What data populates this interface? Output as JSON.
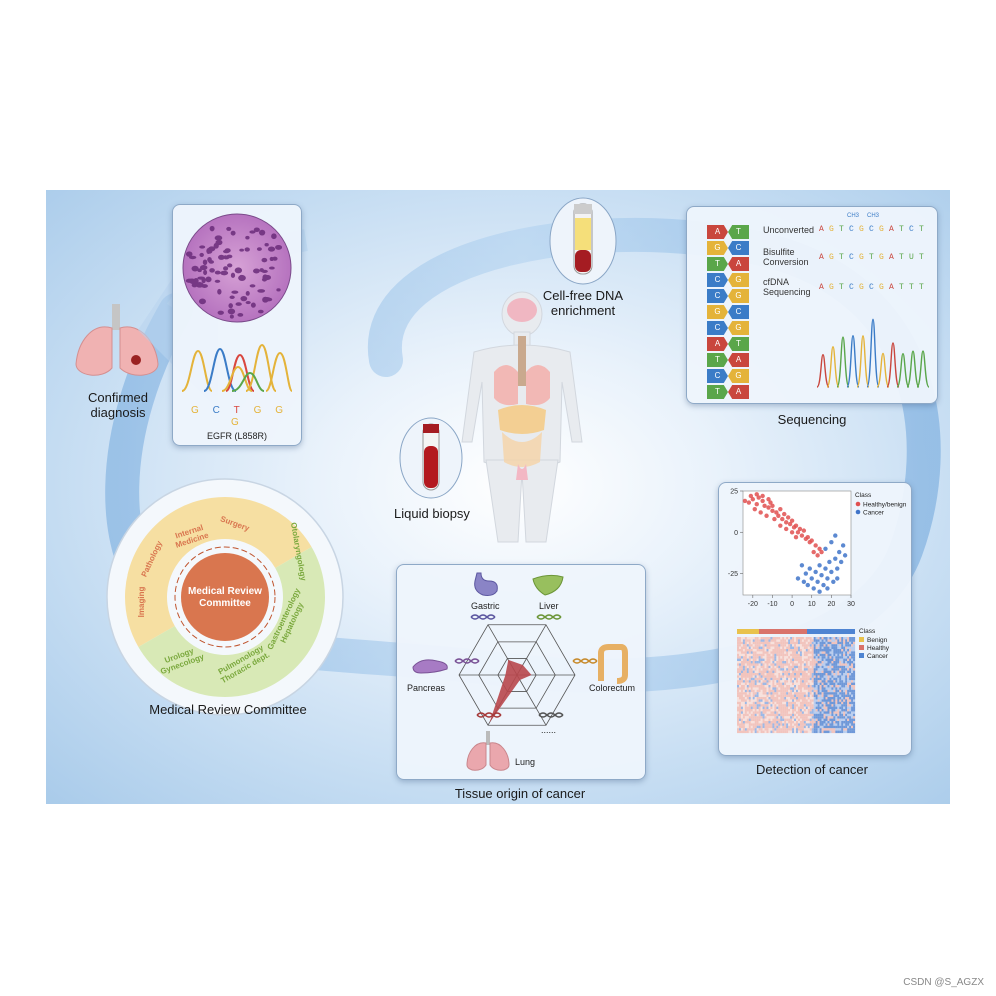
{
  "labels": {
    "confirmed_diagnosis": "Confirmed\ndiagnosis",
    "egfr": "EGFR (L858R)",
    "cfdna": "Cell-free DNA\nenrichment",
    "sequencing": "Sequencing",
    "liquid_biopsy": "Liquid biopsy",
    "detection": "Detection of cancer",
    "tissue_origin": "Tissue origin of cancer",
    "mrc_panel": "Medical Review Committee"
  },
  "chromatogram_bases": [
    "G",
    "C",
    "T",
    "G",
    "G"
  ],
  "chromatogram_mutation": "G",
  "seq_rows": {
    "unconverted_label": "Unconverted",
    "bisulfite_label": "Bisulfite\nConversion",
    "cfdna_label": "cfDNA\nSequencing",
    "unconverted_seq": [
      "A",
      "G",
      "T",
      "C",
      "G",
      "C",
      "G",
      "A",
      "T",
      "C",
      "T"
    ],
    "bisulfite_seq": [
      "A",
      "G",
      "T",
      "C",
      "G",
      "T",
      "G",
      "A",
      "T",
      "U",
      "T"
    ],
    "cfdna_seq": [
      "A",
      "G",
      "T",
      "C",
      "G",
      "C",
      "G",
      "A",
      "T",
      "T",
      "T"
    ],
    "me_tag": "CH3"
  },
  "dna_pairs": [
    [
      "A",
      "T"
    ],
    [
      "G",
      "C"
    ],
    [
      "T",
      "A"
    ],
    [
      "C",
      "G"
    ],
    [
      "C",
      "G"
    ],
    [
      "G",
      "C"
    ],
    [
      "C",
      "G"
    ],
    [
      "A",
      "T"
    ],
    [
      "T",
      "A"
    ],
    [
      "C",
      "G"
    ],
    [
      "T",
      "A"
    ]
  ],
  "mrc": {
    "center": "Medical Review\nCommittee",
    "specialties": [
      "Pathology",
      "Internal\nMedicine",
      "Surgery",
      "Imaging",
      "Otolaryngology",
      "Gastroenterology\nHepatology",
      "Pulmonology\nThoracic dept.",
      "Urology\nGynecology"
    ]
  },
  "organs": {
    "gastric": "Gastric",
    "liver": "Liver",
    "pancreas": "Pancreas",
    "colorectum": "Colorectum",
    "lung": "Lung",
    "more": "......"
  },
  "chart_data": [
    {
      "type": "scatter",
      "title": "",
      "xlabel": "",
      "ylabel": "",
      "xlim": [
        -25,
        30
      ],
      "ylim": [
        -38,
        25
      ],
      "xticks": [
        -20,
        -10,
        0,
        10,
        20,
        30
      ],
      "yticks": [
        25,
        0,
        -25
      ],
      "legend_title": "Class",
      "legend_position": "right",
      "series": [
        {
          "name": "Healthy/benign",
          "color": "#e05050",
          "points": [
            [
              -22,
              18
            ],
            [
              -20,
              20
            ],
            [
              -18,
              17
            ],
            [
              -17,
              21
            ],
            [
              -15,
              19
            ],
            [
              -14,
              16
            ],
            [
              -12,
              15
            ],
            [
              -11,
              18
            ],
            [
              -10,
              13
            ],
            [
              -8,
              12
            ],
            [
              -7,
              10
            ],
            [
              -6,
              14
            ],
            [
              -5,
              8
            ],
            [
              -4,
              11
            ],
            [
              -3,
              6
            ],
            [
              -2,
              9
            ],
            [
              -1,
              5
            ],
            [
              0,
              7
            ],
            [
              1,
              3
            ],
            [
              2,
              4
            ],
            [
              3,
              0
            ],
            [
              4,
              2
            ],
            [
              5,
              -2
            ],
            [
              6,
              1
            ],
            [
              7,
              -4
            ],
            [
              8,
              -3
            ],
            [
              9,
              -6
            ],
            [
              10,
              -5
            ],
            [
              12,
              -8
            ],
            [
              14,
              -10
            ],
            [
              -19,
              14
            ],
            [
              -16,
              12
            ],
            [
              -13,
              10
            ],
            [
              -9,
              8
            ],
            [
              -6,
              4
            ],
            [
              -3,
              2
            ],
            [
              0,
              0
            ],
            [
              2,
              -3
            ],
            [
              -21,
              22
            ],
            [
              -18,
              23
            ],
            [
              -15,
              22
            ],
            [
              -12,
              20
            ],
            [
              -10,
              16
            ],
            [
              -24,
              19
            ],
            [
              11,
              -12
            ],
            [
              13,
              -14
            ],
            [
              15,
              -12
            ]
          ]
        },
        {
          "name": "Cancer",
          "color": "#3f74c9",
          "points": [
            [
              5,
              -20
            ],
            [
              7,
              -25
            ],
            [
              9,
              -22
            ],
            [
              10,
              -28
            ],
            [
              12,
              -24
            ],
            [
              13,
              -30
            ],
            [
              14,
              -20
            ],
            [
              15,
              -26
            ],
            [
              16,
              -32
            ],
            [
              17,
              -22
            ],
            [
              18,
              -28
            ],
            [
              19,
              -18
            ],
            [
              20,
              -24
            ],
            [
              21,
              -30
            ],
            [
              22,
              -16
            ],
            [
              23,
              -22
            ],
            [
              24,
              -12
            ],
            [
              25,
              -18
            ],
            [
              26,
              -8
            ],
            [
              27,
              -14
            ],
            [
              8,
              -32
            ],
            [
              11,
              -34
            ],
            [
              14,
              -36
            ],
            [
              3,
              -28
            ],
            [
              6,
              -30
            ],
            [
              17,
              -10
            ],
            [
              20,
              -6
            ],
            [
              22,
              -2
            ],
            [
              18,
              -34
            ],
            [
              23,
              -28
            ]
          ]
        }
      ]
    },
    {
      "type": "heatmap",
      "legend_title": "Class",
      "legend_position": "right",
      "classes": [
        {
          "name": "Benign",
          "color": "#e9c24c"
        },
        {
          "name": "Healthy",
          "color": "#d9736b"
        },
        {
          "name": "Cancer",
          "color": "#4e84d2"
        }
      ]
    },
    {
      "type": "radar",
      "axes": [
        "Gastric",
        "Liver",
        "Colorectum",
        "......",
        "Lung",
        "Pancreas"
      ],
      "values": [
        0.3,
        0.2,
        0.25,
        0.1,
        0.95,
        0.2
      ],
      "color": "#b8474c"
    }
  ],
  "watermark": "CSDN @S_AGZX",
  "colors": {
    "accent_red": "#b8474c",
    "band_blue": "#8fb8e2",
    "mrc_orange": "#d9764f",
    "mrc_yellow": "#f6dfa2",
    "mrc_green": "#d8e9b6"
  }
}
